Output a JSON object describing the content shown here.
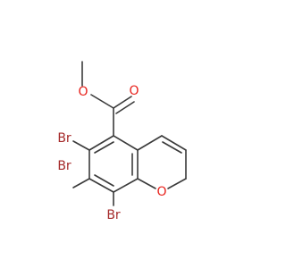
{
  "molecule": {
    "atoms": {
      "o_carbonyl": {
        "symbol": "O",
        "color": "#e8201a"
      },
      "o_ester": {
        "symbol": "O",
        "color": "#e8201a"
      },
      "o_ring": {
        "symbol": "O",
        "color": "#e8201a"
      },
      "br_6": {
        "symbol": "Br",
        "color": "#a52a2a"
      },
      "br_7": {
        "symbol": "Br",
        "color": "#a52a2a"
      },
      "br_8": {
        "symbol": "Br",
        "color": "#a52a2a"
      }
    },
    "bond_color": "#3a3a3a"
  }
}
